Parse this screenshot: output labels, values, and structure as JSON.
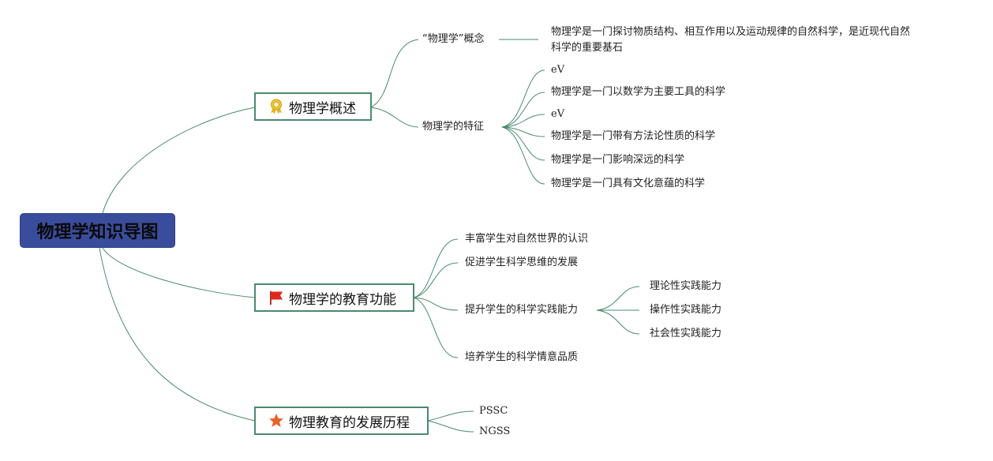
{
  "root": {
    "label": "物理学知识导图"
  },
  "branches": [
    {
      "label": "物理学概述",
      "icon": "award-ribbon-icon",
      "children": [
        {
          "label": "“物理学”概念",
          "leaves": [
            "物理学是一门探讨物质结构、相互作用以及运动规律的自然科学，是近现代自然",
            "科学的重要基石"
          ]
        },
        {
          "label": "物理学的特征",
          "leaves": [
            "eV",
            "物理学是一门以数学为主要工具的科学",
            "eV",
            "物理学是一门带有方法论性质的科学",
            "物理学是一门影响深远的科学",
            "物理学是一门具有文化意蕴的科学"
          ]
        }
      ]
    },
    {
      "label": "物理学的教育功能",
      "icon": "red-flag-icon",
      "children": [
        {
          "label": "丰富学生对自然世界的认识"
        },
        {
          "label": "促进学生科学思维的发展"
        },
        {
          "label": "提升学生的科学实践能力",
          "leaves": [
            "理论性实践能力",
            "操作性实践能力",
            "社会性实践能力"
          ]
        },
        {
          "label": "培养学生的科学情意品质"
        }
      ]
    },
    {
      "label": "物理教育的发展历程",
      "icon": "star-icon",
      "children": [
        {
          "label": "PSSC"
        },
        {
          "label": "NGSS"
        }
      ]
    }
  ],
  "colors": {
    "line": "#4a8a6e",
    "root_fill": "#3a4d9c",
    "flag": "#e0281e",
    "star": "#e8622a",
    "award": "#e5b31b"
  }
}
